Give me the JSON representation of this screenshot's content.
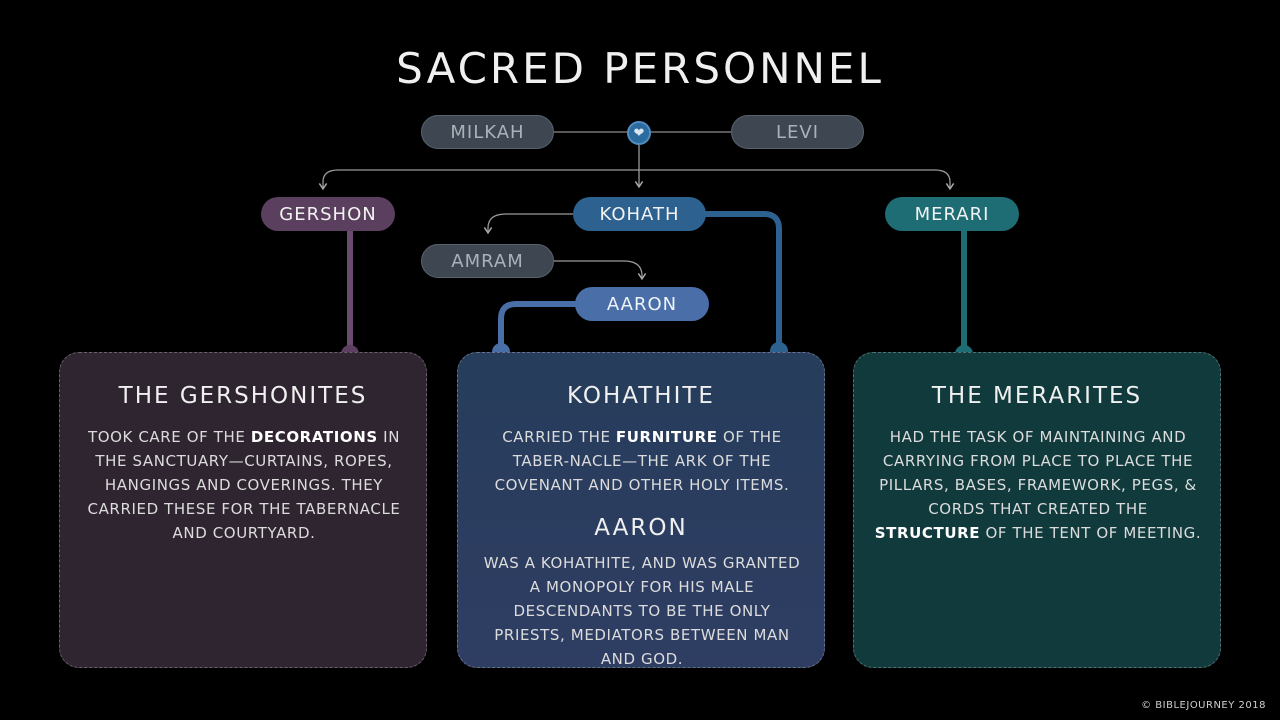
{
  "title": "SACRED PERSONNEL",
  "nodes": {
    "milkah": "MILKAH",
    "levi": "LEVI",
    "gershon": "GERSHON",
    "kohath": "KOHATH",
    "merari": "MERARI",
    "amram": "AMRAM",
    "aaron": "AARON"
  },
  "heart_icon": "heart-icon",
  "cards": {
    "gershonites": {
      "heading": "THE GERSHONITES",
      "text_before": "TOOK CARE OF THE ",
      "bold": "DECORATIONS",
      "text_after": " IN THE SANCTUARY—CURTAINS, ROPES, HANGINGS AND COVERINGS. THEY CARRIED THESE FOR THE TABERNACLE AND COURTYARD."
    },
    "kohathite": {
      "heading": "KOHATHITE",
      "text_before": "CARRIED THE ",
      "bold": "FURNITURE",
      "text_after": " OF THE TABER-NACLE—THE ARK OF THE COVENANT AND OTHER HOLY ITEMS.",
      "sub_heading": "AARON",
      "sub_text": "WAS A KOHATHITE, AND WAS GRANTED A MONOPOLY FOR HIS MALE DESCENDANTS TO BE THE ONLY PRIESTS, MEDIATORS BETWEEN MAN AND GOD."
    },
    "merarites": {
      "heading": "THE MERARITES",
      "text_before": "HAD THE TASK OF MAINTAINING AND CARRYING FROM PLACE TO PLACE THE PILLARS, BASES, FRAMEWORK, PEGS, & CORDS THAT CREATED THE ",
      "bold": "STRUCTURE",
      "text_after": " OF THE TENT OF MEETING."
    }
  },
  "colors": {
    "gershon": "#5a3f5e",
    "kohath": "#2d6190",
    "merari": "#1f6d74",
    "aaron": "#4a6fa8",
    "grey": "#3d4651"
  },
  "copyright": "© BIBLEJOURNEY 2018"
}
